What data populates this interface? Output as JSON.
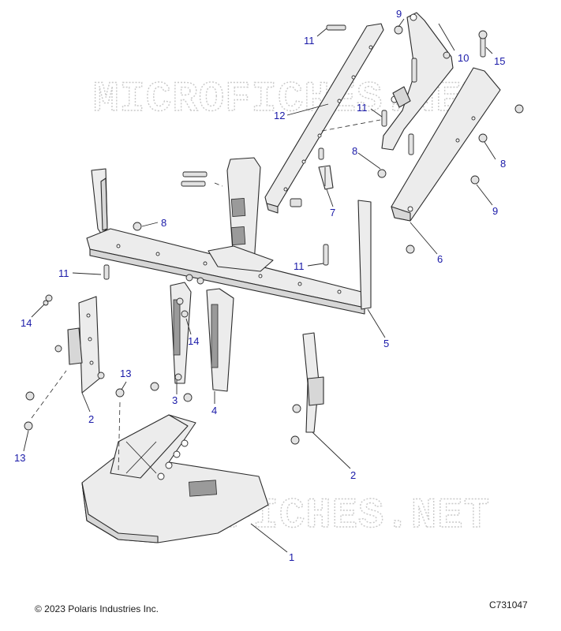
{
  "watermark": "MICROFICHES.NET",
  "copyright": "© 2023 Polaris Industries Inc.",
  "figure_id": "C731047",
  "callouts": [
    {
      "id": "c-9-top",
      "label": "9"
    },
    {
      "id": "c-11-top",
      "label": "11"
    },
    {
      "id": "c-10",
      "label": "10"
    },
    {
      "id": "c-15",
      "label": "15"
    },
    {
      "id": "c-11-mid",
      "label": "11"
    },
    {
      "id": "c-12",
      "label": "12"
    },
    {
      "id": "c-8-right",
      "label": "8"
    },
    {
      "id": "c-8-center",
      "label": "8"
    },
    {
      "id": "c-9-right",
      "label": "9"
    },
    {
      "id": "c-7",
      "label": "7"
    },
    {
      "id": "c-8-left",
      "label": "8"
    },
    {
      "id": "c-6",
      "label": "6"
    },
    {
      "id": "c-11-low",
      "label": "11"
    },
    {
      "id": "c-11-left",
      "label": "11"
    },
    {
      "id": "c-5",
      "label": "5"
    },
    {
      "id": "c-14-left",
      "label": "14"
    },
    {
      "id": "c-14-mid",
      "label": "14"
    },
    {
      "id": "c-13-mid",
      "label": "13"
    },
    {
      "id": "c-3",
      "label": "3"
    },
    {
      "id": "c-4",
      "label": "4"
    },
    {
      "id": "c-2-left",
      "label": "2"
    },
    {
      "id": "c-13-left",
      "label": "13"
    },
    {
      "id": "c-2-right",
      "label": "2"
    },
    {
      "id": "c-1",
      "label": "1"
    }
  ]
}
